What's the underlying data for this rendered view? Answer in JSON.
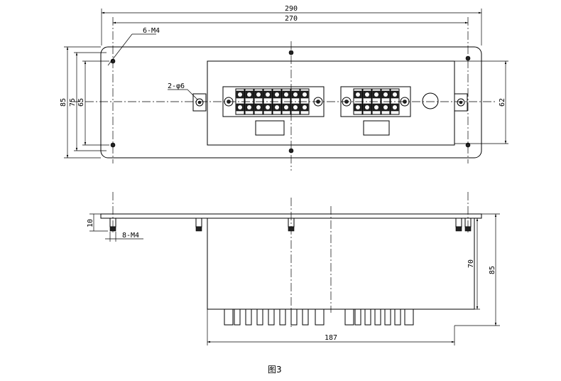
{
  "dimensions": {
    "overall_width": "290",
    "hole_spacing_width": "270",
    "overall_height": "85",
    "height_75": "75",
    "height_65": "65",
    "height_62": "62",
    "box_width": "187",
    "box_depth": "70",
    "total_depth": "85",
    "stud_height": "10"
  },
  "callouts": {
    "mount_holes": "6-M4",
    "pin_holes": "2-φ6",
    "studs": "8-M4"
  },
  "caption": "图3"
}
